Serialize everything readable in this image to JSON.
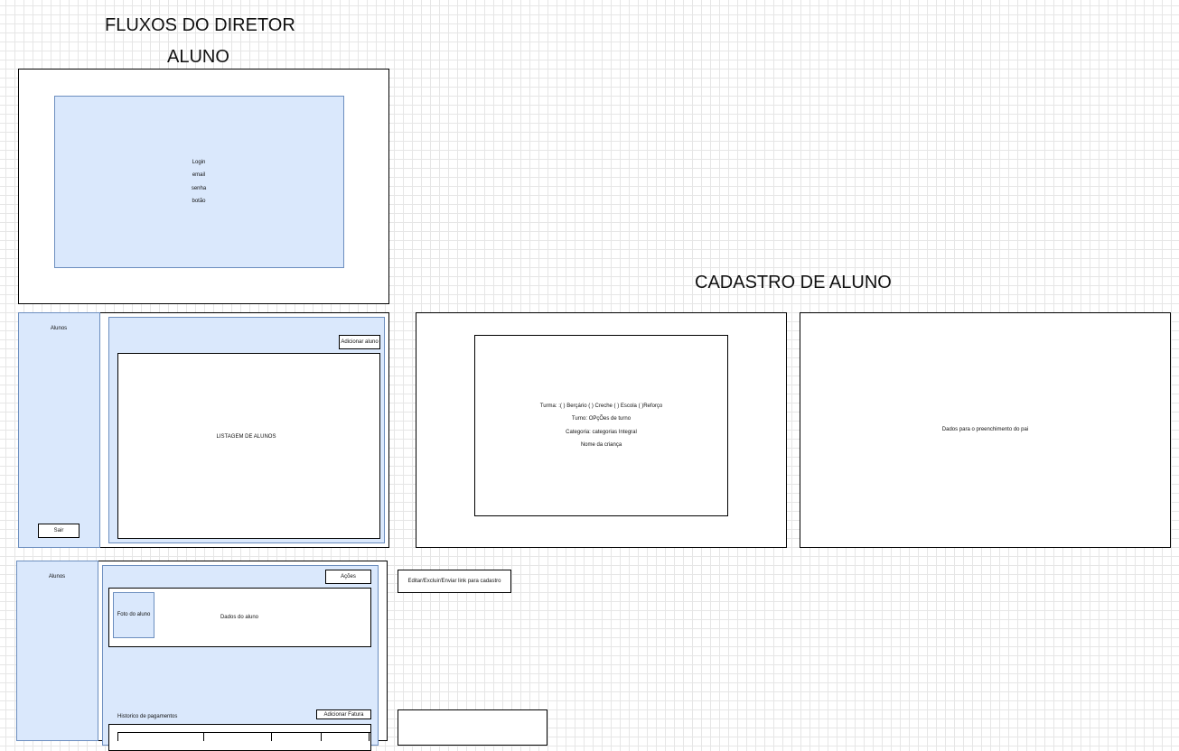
{
  "titles": {
    "main": "FLUXOS DO DIRETOR",
    "aluno": "ALUNO",
    "cadastro": "CADASTRO DE ALUNO"
  },
  "login": {
    "items": [
      "Login",
      "email",
      "senha",
      "botão"
    ]
  },
  "listagem": {
    "sidebar_label": "Alunos",
    "logout_button": "Sair",
    "add_button": "Adicionar aluno",
    "list_label": "LISTAGEM DE ALUNOS"
  },
  "cadastro": {
    "lines": [
      "Turma: :( ) Berçário ( ) Creche ( ) Escola ( )Reforço",
      "Turno: OPçÕes de turno",
      "Categoria: categorias Integral",
      "Nome da criança"
    ],
    "pai_label": "Dados para o preenchimento do pai"
  },
  "detalhe": {
    "sidebar_label": "Alunos",
    "actions_button": "Ações",
    "photo_label": "Foto do aluno",
    "data_label": "Dados do aluno",
    "history_label": "Historico de pagamentos",
    "add_invoice_button": "Adicionar Fatura"
  },
  "acoes_note": "Editar/Excluir/Enviar link para cadastro"
}
